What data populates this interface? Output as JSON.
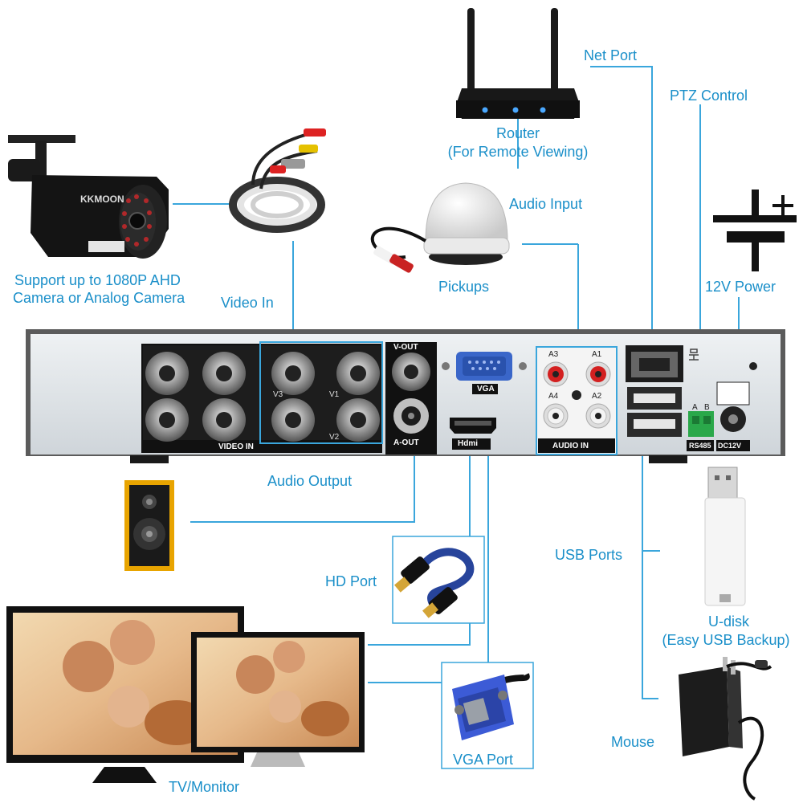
{
  "labels": {
    "router": "Router",
    "router_sub": "(For Remote Viewing)",
    "net_port": "Net Port",
    "ptz_control": "PTZ Control",
    "audio_input": "Audio Input",
    "pickups": "Pickups",
    "power": "12V Power",
    "camera_line1": "Support up to 1080P AHD",
    "camera_line2": "Camera or Analog Camera",
    "video_in": "Video In",
    "audio_output": "Audio Output",
    "hd_port": "HD Port",
    "usb_ports": "USB Ports",
    "udisk": "U-disk",
    "udisk_sub": "(Easy USB Backup)",
    "mouse": "Mouse",
    "vga_port": "VGA Port",
    "tv_monitor": "TV/Monitor"
  },
  "panel": {
    "video_in": "VIDEO IN",
    "v_out": "V-OUT",
    "a_out": "A-OUT",
    "vga": "VGA",
    "hdmi": "Hdmi",
    "audio_in": "AUDIO IN",
    "rs485": "RS485",
    "dc12v": "DC12V",
    "a": "A",
    "b": "B",
    "v1": "V1",
    "v2": "V2",
    "v3": "V3",
    "a1": "A1",
    "a2": "A2",
    "a3": "A3",
    "a4": "A4"
  },
  "camera_brand": "KKMOON",
  "colors": {
    "accent": "#1a8fc9",
    "panel": "#0d0d0d",
    "steel": "#dde2e6"
  }
}
